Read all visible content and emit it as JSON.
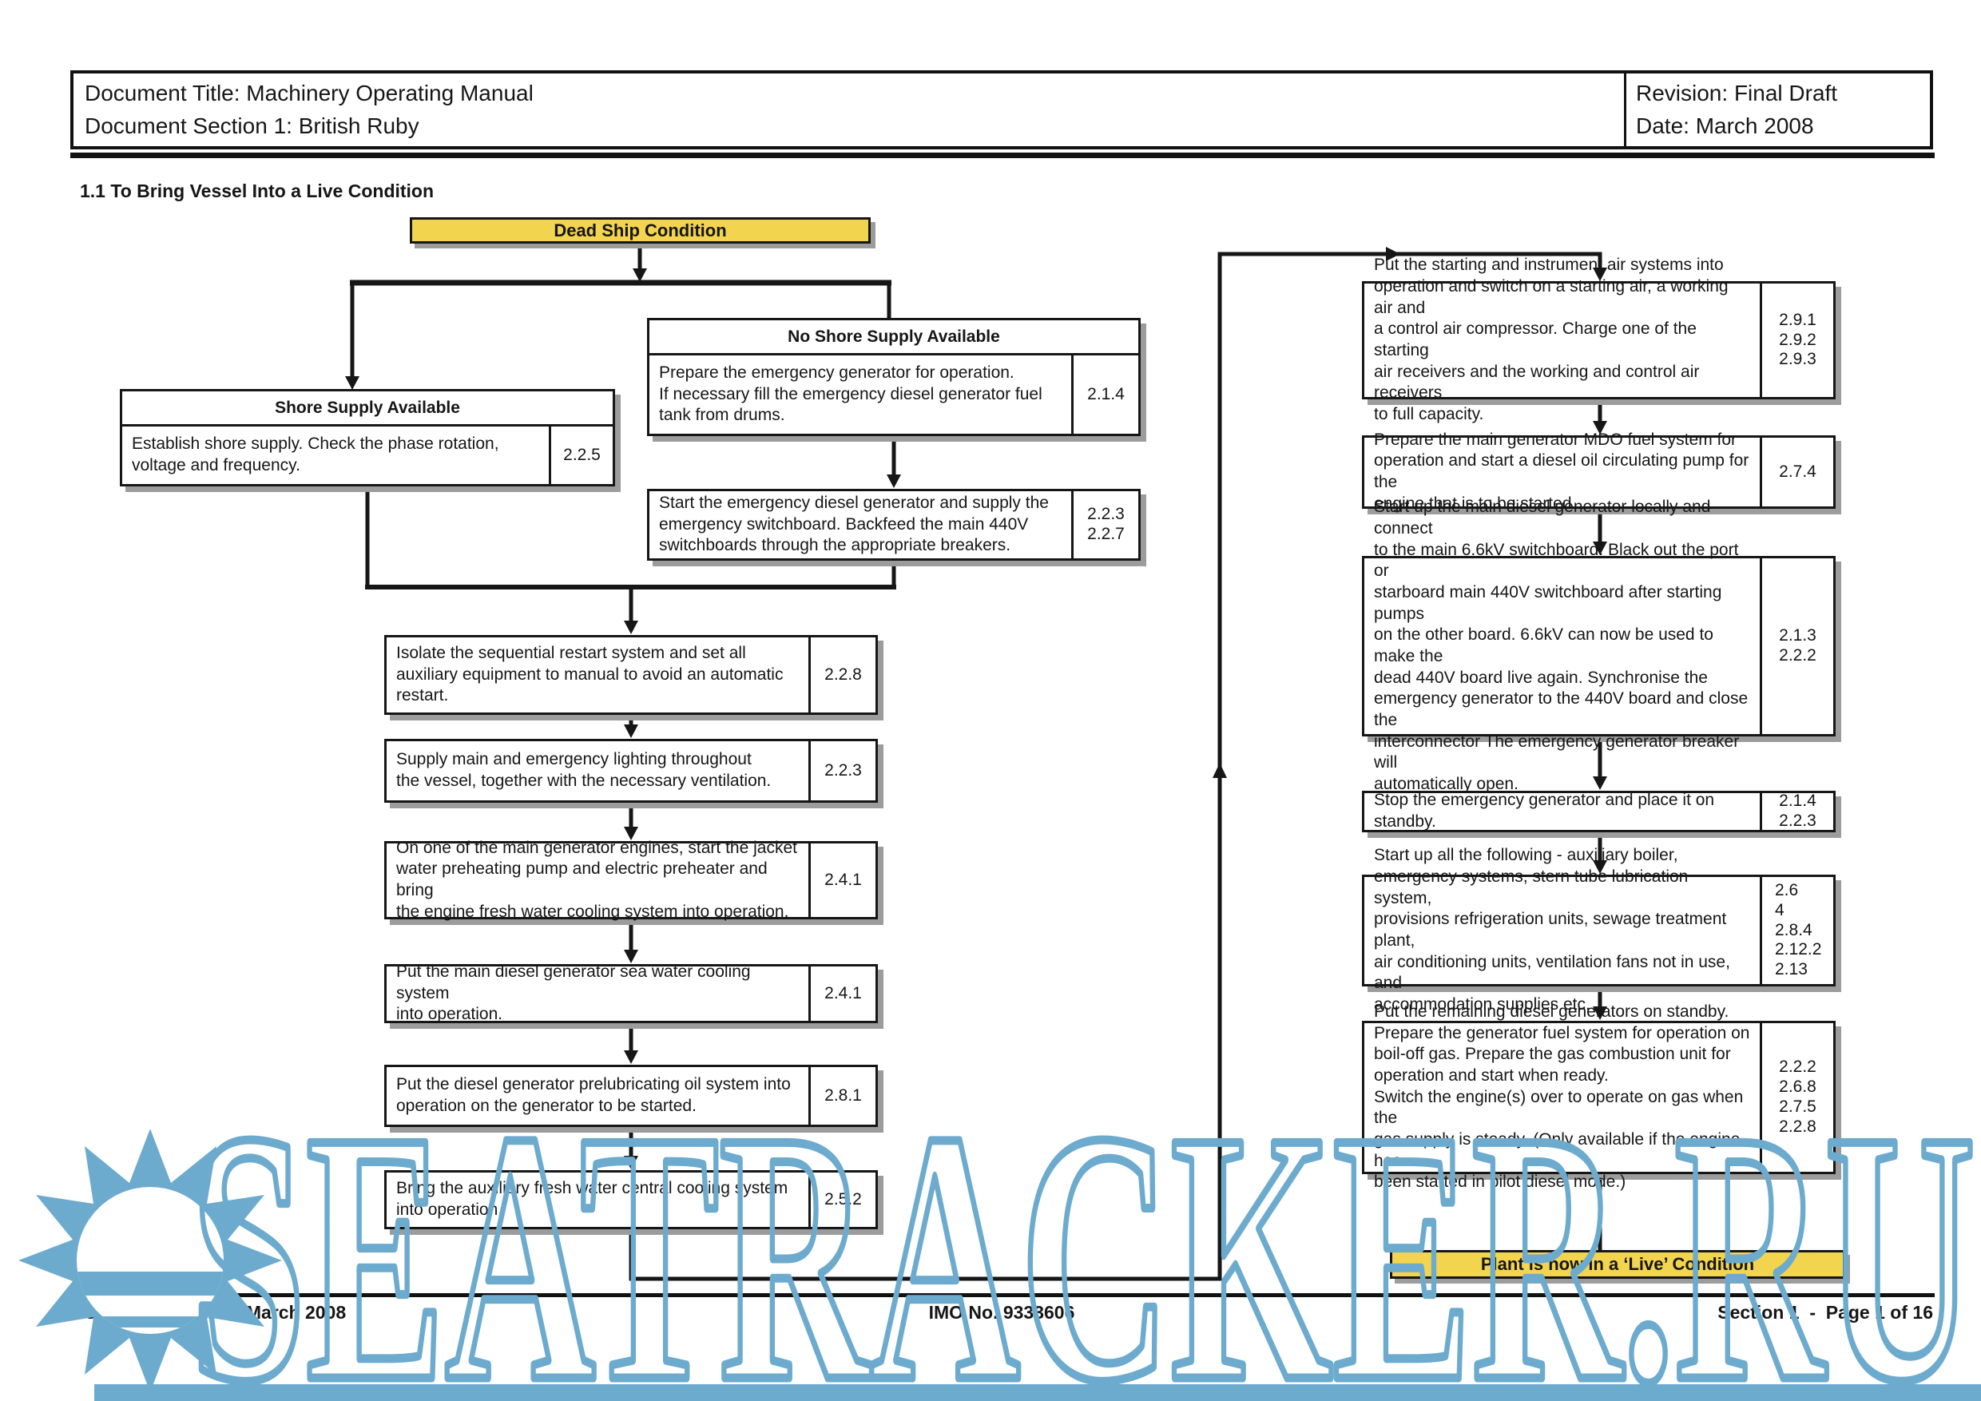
{
  "header": {
    "title": "Document Title: Machinery Operating Manual",
    "section": "Document Section 1: British Ruby",
    "revision": "Revision: Final Draft",
    "date": "Date: March 2008"
  },
  "section_heading": "1.1 To Bring Vessel Into a Live Condition",
  "flow": {
    "start_label": "Dead Ship Condition",
    "shore_title": "Shore Supply Available",
    "shore": {
      "text": "Establish shore supply. Check the phase rotation,\nvoltage and frequency.",
      "ref": "2.2.5"
    },
    "no_shore_title": "No Shore Supply Available",
    "no_shore": {
      "text": "Prepare the emergency generator for operation.\nIf necessary fill the emergency diesel generator fuel\ntank from drums.",
      "ref": "2.1.4"
    },
    "start_emergency": {
      "text": "Start the emergency diesel generator and supply the\nemergency switchboard. Backfeed the main 440V\nswitchboards through the appropriate breakers.",
      "ref": "2.2.3\n2.2.7"
    },
    "mid_steps": [
      {
        "text": "Isolate the sequential restart system and set all\nauxiliary equipment to manual to avoid an automatic\nrestart.",
        "ref": "2.2.8"
      },
      {
        "text": "Supply main and emergency lighting throughout\nthe vessel, together with the necessary ventilation.",
        "ref": "2.2.3"
      },
      {
        "text": "On one of the main generator engines, start the jacket\nwater preheating pump and electric preheater and bring\nthe engine fresh water cooling system into operation.",
        "ref": "2.4.1"
      },
      {
        "text": "Put the main diesel generator sea water cooling system\ninto operation.",
        "ref": "2.4.1"
      },
      {
        "text": "Put the diesel generator prelubricating oil system into\noperation on the generator to be started.",
        "ref": "2.8.1"
      },
      {
        "text": "Bring the auxiliary fresh water central cooling system\ninto operation.",
        "ref": "2.5.2"
      }
    ],
    "right_steps": [
      {
        "text": "Put the starting and instrument air systems into\noperation and switch on a starting air, a working air and\na control air compressor. Charge one of the starting\nair receivers and the working and control air receivers\nto full capacity.",
        "ref": "2.9.1\n2.9.2\n2.9.3"
      },
      {
        "text": "Prepare the main generator MDO fuel system for\noperation and start a diesel oil circulating pump for the\nengine that is to be started.",
        "ref": "2.7.4"
      },
      {
        "text": "Start up the main diesel generator locally and connect\nto the main 6.6kV switchboard. Black out the port or\nstarboard main 440V switchboard after starting pumps\non the other board. 6.6kV can now be used to make the\ndead 440V board live again. Synchronise the\nemergency generator to the 440V board and close the\ninterconnector The emergency generator  breaker will\nautomatically open.",
        "ref": "2.1.3\n2.2.2"
      },
      {
        "text": "Stop the emergency generator and place it on standby.",
        "ref": "2.1.4\n2.2.3"
      },
      {
        "text": "Start up all the following - auxiliary boiler,\nemergency systems, stern tube lubrication system,\nprovisions refrigeration units, sewage treatment plant,\nair conditioning units, ventilation fans not in use, and\naccommodation supplies etc.",
        "ref": "2.6\n4\n2.8.4\n2.12.2\n2.13"
      },
      {
        "text": "Put the remaining diesel generators on standby.\nPrepare the generator fuel system for operation on\nboil-off gas. Prepare the gas combustion unit for\noperation and start when ready.\nSwitch the engine(s) over to operate on gas when the\ngas supply is steady. (Only available if the engine has\nbeen started in pilot diesel mode.)",
        "ref": "2.2.2\n2.6.8\n2.7.5\n2.2.8"
      }
    ],
    "end_label": "Plant is now in a ‘Live’ Condition"
  },
  "footer": {
    "issue": "Issue: Final Draft  -  March 2008",
    "imo": "IMO No. 9333606",
    "page": "Section 1  -  Page 1 of 16"
  },
  "watermark": {
    "text": "SEATRACKER.RU"
  },
  "colors": {
    "highlight_yellow": "#f3d44f",
    "watermark_blue": "#6cabce",
    "line_black": "#161616",
    "shadow_gray": "#9c9c9c"
  }
}
